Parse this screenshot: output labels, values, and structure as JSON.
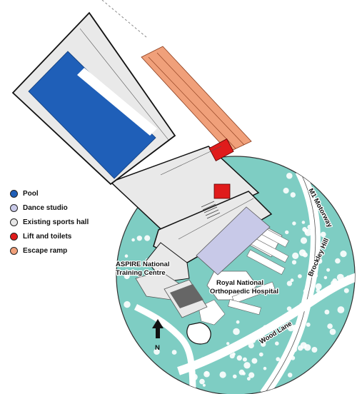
{
  "legend": {
    "items": [
      {
        "label": "Pool",
        "color": "#1f5fb8"
      },
      {
        "label": "Dance studio",
        "color": "#c8c9e8"
      },
      {
        "label": "Existing sports hall",
        "color": "#e6e6e6"
      },
      {
        "label": "Lift and toilets",
        "color": "#e01b1b"
      },
      {
        "label": "Escape ramp",
        "color": "#f0a07a"
      }
    ]
  },
  "map_labels": {
    "aspire_line1": "ASPIRE National",
    "aspire_line2": "Training Centre",
    "hospital_line1": "Royal National",
    "hospital_line2": "Orthopaedic Hospital",
    "motorway": "M1 Motorway",
    "brockley": "Brockley Hill",
    "wood_lane": "Wood Lane",
    "north": "N"
  },
  "colors": {
    "site_green": "#7ecdc3",
    "tree": "#ffffff",
    "building": "#e9e9e9",
    "outline": "#111111"
  }
}
